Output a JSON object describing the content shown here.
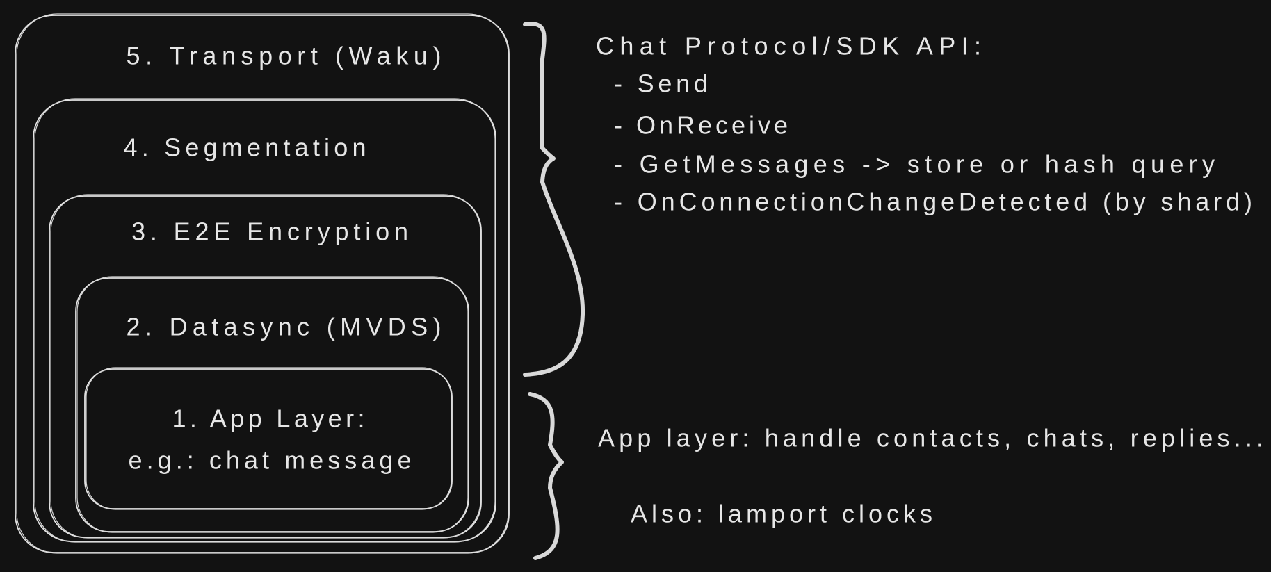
{
  "layers": [
    {
      "label": "5. Transport (Waku)"
    },
    {
      "label": "4. Segmentation"
    },
    {
      "label": "3. E2E Encryption"
    },
    {
      "label": "2. Datasync (MVDS)"
    },
    {
      "label": "1. App Layer:",
      "sublabel": "e.g.: chat message"
    }
  ],
  "api": {
    "title": "Chat Protocol/SDK API:",
    "items": [
      "- Send",
      "- OnReceive",
      "- GetMessages -> store or hash query",
      "- OnConnectionChangeDetected (by shard)"
    ]
  },
  "app_notes": {
    "line1": "App layer: handle contacts, chats, replies...",
    "line2": "Also: lamport clocks"
  },
  "colors": {
    "background": "#121212",
    "stroke": "#e3e3e3"
  }
}
